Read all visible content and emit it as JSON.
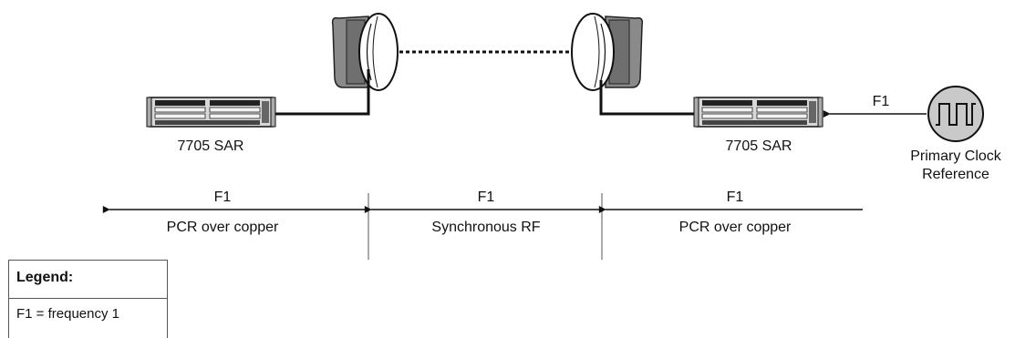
{
  "devices": {
    "left_router_label": "7705 SAR",
    "right_router_label": "7705 SAR",
    "clock_label_line1": "Primary Clock",
    "clock_label_line2": "Reference",
    "clock_input_label": "F1"
  },
  "segments": [
    {
      "frequency": "F1",
      "medium": "PCR over copper"
    },
    {
      "frequency": "F1",
      "medium": "Synchronous RF"
    },
    {
      "frequency": "F1",
      "medium": "PCR over copper"
    }
  ],
  "legend": {
    "title": "Legend:",
    "entry": "F1 =  frequency 1"
  },
  "icons": {
    "router": "router-icon",
    "dish": "microwave-dish-icon",
    "clock": "clock-pulse-icon"
  }
}
